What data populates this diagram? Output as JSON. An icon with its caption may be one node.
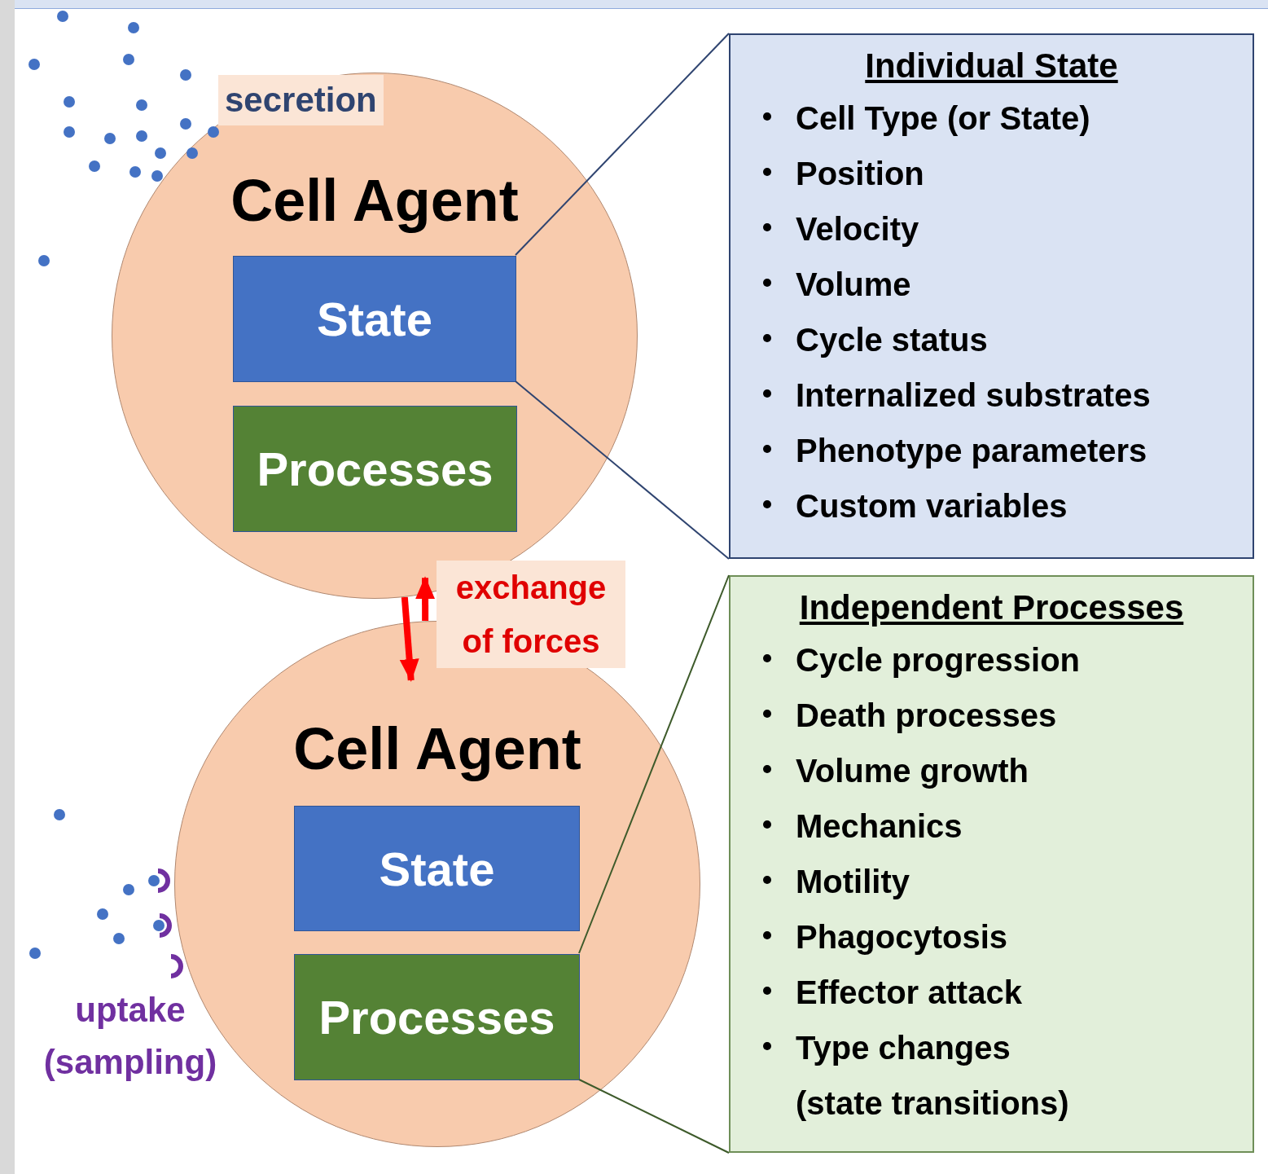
{
  "diagram": {
    "nodes": [
      {
        "text": [
          "Cell Agent"
        ]
      },
      {
        "text": [
          "State"
        ],
        "in": 0
      },
      {
        "text": [
          "Processes"
        ],
        "in": 0
      },
      {
        "text": [
          "Cell Agent"
        ]
      },
      {
        "text": [
          "State"
        ],
        "in": 3
      },
      {
        "text": [
          "Processes"
        ],
        "in": 3
      },
      {
        "text": [
          "Individual State",
          "Cell Type (or State)",
          "Position",
          "Velocity",
          "Volume",
          "Cycle status",
          "Internalized substrates",
          "Phenotype parameters",
          "Custom variables"
        ]
      },
      {
        "text": [
          "Independent Processes",
          "Cycle progression",
          "Death processes",
          "Volume growth",
          "Mechanics",
          "Motility",
          "Phagocytosis",
          "Effector attack",
          "Type changes (state transitions)"
        ]
      }
    ],
    "edges": [
      {
        "from": 1,
        "to": 6,
        "arrow": "none",
        "color": "#2f4470"
      },
      {
        "from": 1,
        "to": 6,
        "arrow": "none",
        "color": "#2f4470"
      },
      {
        "from": 5,
        "to": 7,
        "arrow": "none",
        "color": "#3d5a2a"
      },
      {
        "from": 5,
        "to": 7,
        "arrow": "none",
        "color": "#3d5a2a"
      },
      {
        "from": 3,
        "to": 0,
        "arrow": "to",
        "style": "thick",
        "color": "#ff0000",
        "label": "exchange of forces"
      },
      {
        "from": 0,
        "to": 3,
        "arrow": "to",
        "style": "thick",
        "color": "#ff0000"
      }
    ],
    "labels": [
      "secretion",
      "uptake (sampling)"
    ]
  }
}
